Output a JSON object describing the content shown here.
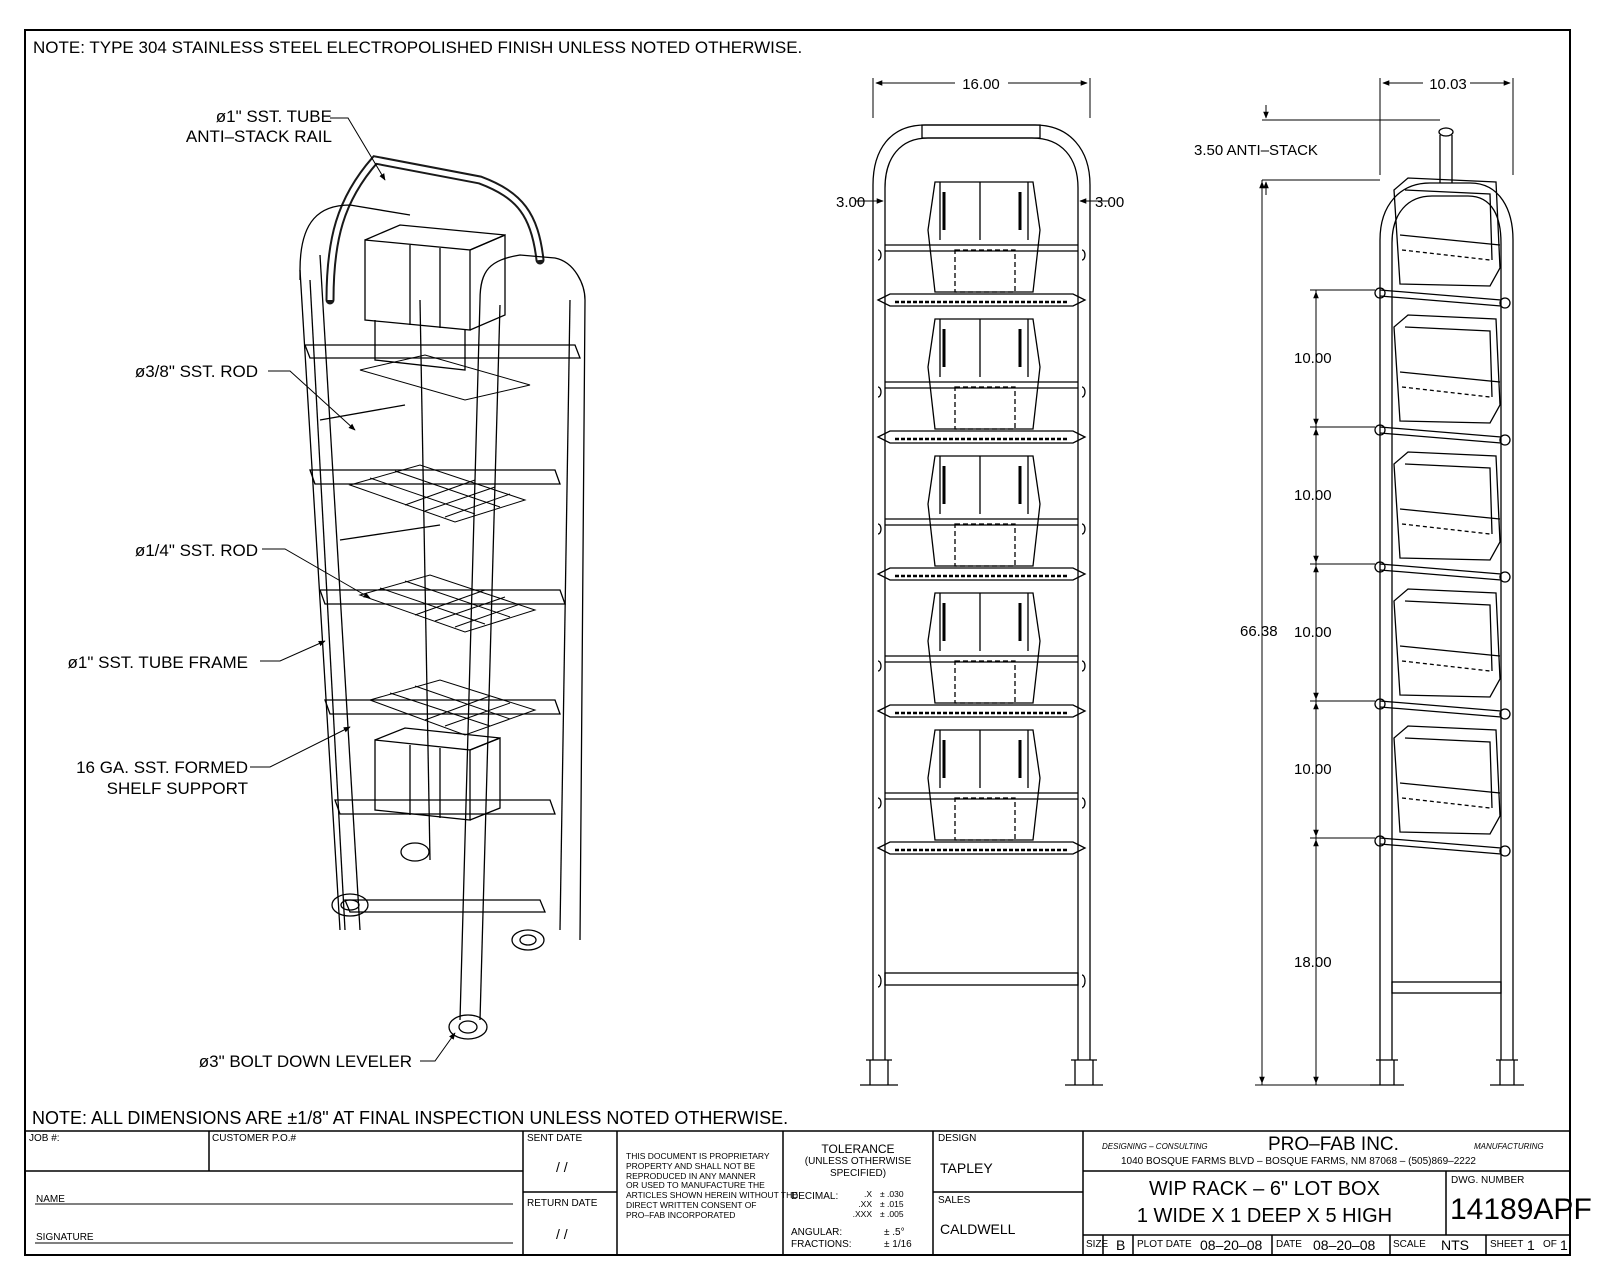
{
  "notes": {
    "top": "NOTE:  TYPE 304 STAINLESS STEEL ELECTROPOLISHED FINISH UNLESS NOTED OTHERWISE.",
    "bottom": "NOTE:  ALL DIMENSIONS ARE ±1/8\" AT FINAL INSPECTION UNLESS NOTED OTHERWISE."
  },
  "callouts": {
    "rail_line1": "ø1\" SST. TUBE",
    "rail_line2": "ANTI–STACK RAIL",
    "rod38": "ø3/8\" SST. ROD",
    "rod14": "ø1/4\" SST. ROD",
    "frame": "ø1\" SST. TUBE FRAME",
    "shelf_line1": "16 GA. SST. FORMED",
    "shelf_line2": "SHELF SUPPORT",
    "leveler": "ø3\" BOLT DOWN LEVELER"
  },
  "dimensions": {
    "front_width": "16.00",
    "front_left_offset": "3.00",
    "front_right_offset": "3.00",
    "side_depth": "10.03",
    "anti_stack": "3.50 ANTI–STACK",
    "overall_height": "66.38",
    "shelf_spacings": [
      "10.00",
      "10.00",
      "10.00",
      "10.00"
    ],
    "bottom_clearance": "18.00"
  },
  "title_block": {
    "job_label": "JOB #:",
    "customer_po_label": "CUSTOMER P.O.#",
    "name_label": "NAME",
    "signature_label": "SIGNATURE",
    "sent_date_label": "SENT DATE",
    "sent_date_value": "/   /",
    "return_date_label": "RETURN DATE",
    "return_date_value": "/   /",
    "proprietary": [
      "THIS DOCUMENT IS PROPRIETARY",
      "PROPERTY AND SHALL NOT BE",
      "REPRODUCED IN ANY MANNER",
      "OR USED TO MANUFACTURE THE",
      "ARTICLES SHOWN HEREIN WITHOUT THE",
      "DIRECT WRITTEN CONSENT OF",
      "PRO–FAB INCORPORATED"
    ],
    "tolerance_title": "TOLERANCE",
    "tolerance_sub1": "(UNLESS OTHERWISE",
    "tolerance_sub2": "SPECIFIED)",
    "decimal_label": "DECIMAL:",
    "decimal_x": ".X",
    "decimal_xx": ".XX",
    "decimal_xxx": ".XXX",
    "decimal_x_val": "± .030",
    "decimal_xx_val": "± .015",
    "decimal_xxx_val": "± .005",
    "angular_label": "ANGULAR:",
    "angular_val": "± .5°",
    "fractions_label": "FRACTIONS:",
    "fractions_val": "± 1/16",
    "design_label": "DESIGN",
    "design_value": "TAPLEY",
    "sales_label": "SALES",
    "sales_value": "CALDWELL",
    "designing": "DESIGNING – CONSULTING",
    "company": "PRO–FAB INC.",
    "manufacturing": "MANUFACTURING",
    "address": "1040 BOSQUE FARMS BLVD – BOSQUE FARMS, NM 87068 – (505)869–2222",
    "title_line1": "WIP RACK – 6\" LOT BOX",
    "title_line2": "1 WIDE X 1 DEEP X 5 HIGH",
    "dwg_label": "DWG. NUMBER",
    "dwg_number": "14189APF",
    "size_label": "SIZE",
    "size_value": "B",
    "plot_date_label": "PLOT DATE",
    "plot_date_value": "08–20–08",
    "date_label": "DATE",
    "date_value": "08–20–08",
    "scale_label": "SCALE",
    "scale_value": "NTS",
    "sheet_label": "SHEET",
    "sheet_value": "1",
    "of_label": "OF",
    "of_value": "1"
  }
}
